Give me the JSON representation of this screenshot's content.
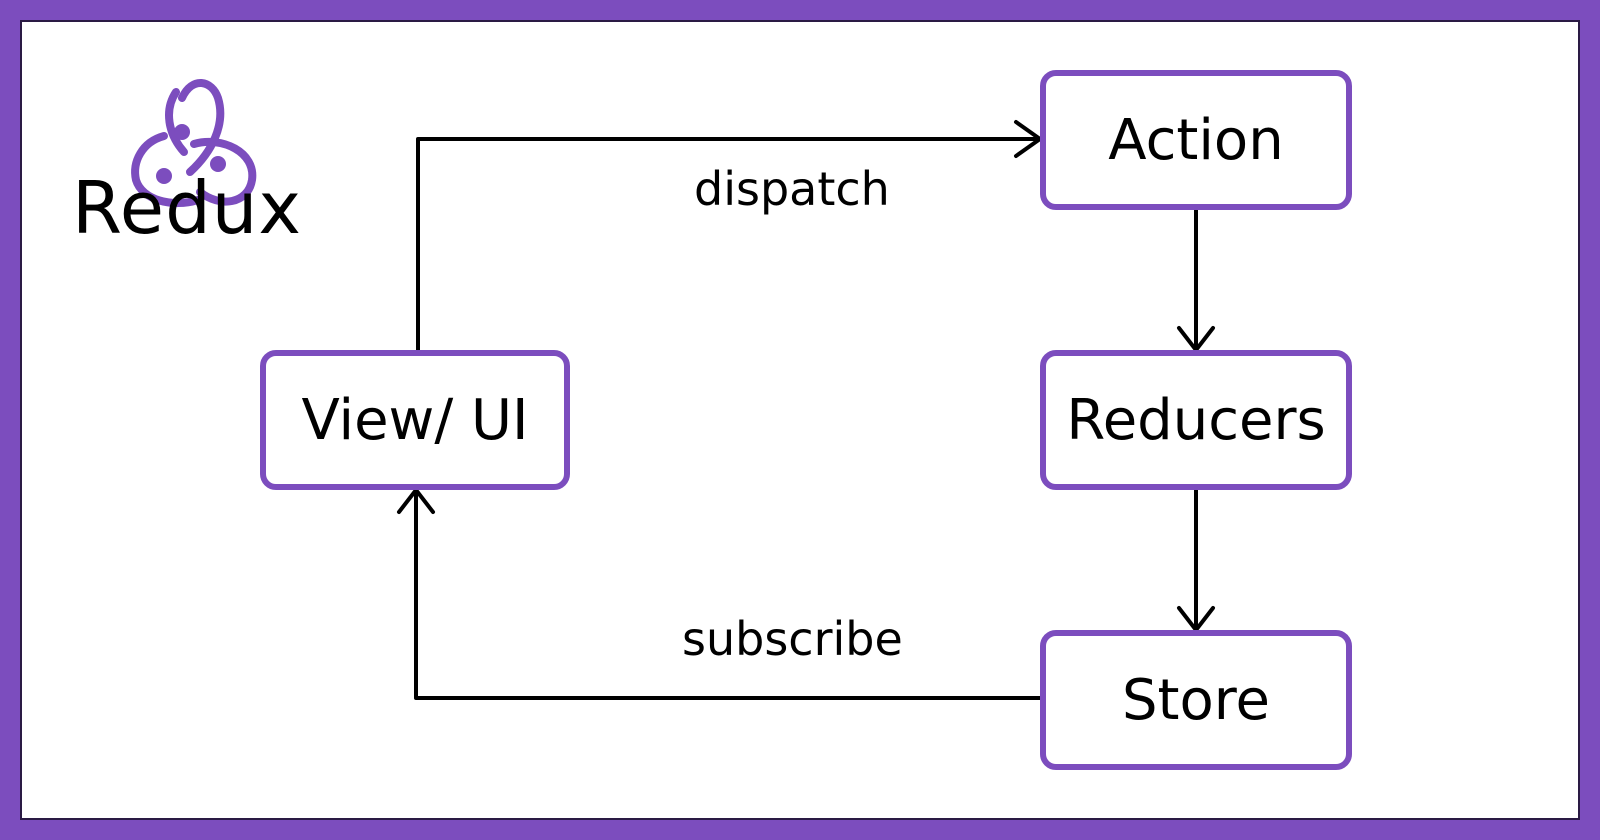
{
  "logo": {
    "text": "Redux",
    "icon": "redux-atom-icon",
    "color": "#7c4dbe"
  },
  "nodes": {
    "view": "View/ UI",
    "action": "Action",
    "reducers": "Reducers",
    "store": "Store"
  },
  "edges": {
    "dispatch": "dispatch",
    "subscribe": "subscribe"
  },
  "colors": {
    "frame": "#7c4dbe",
    "node_border": "#7c4dbe",
    "arrow": "#000000",
    "text": "#000000"
  }
}
